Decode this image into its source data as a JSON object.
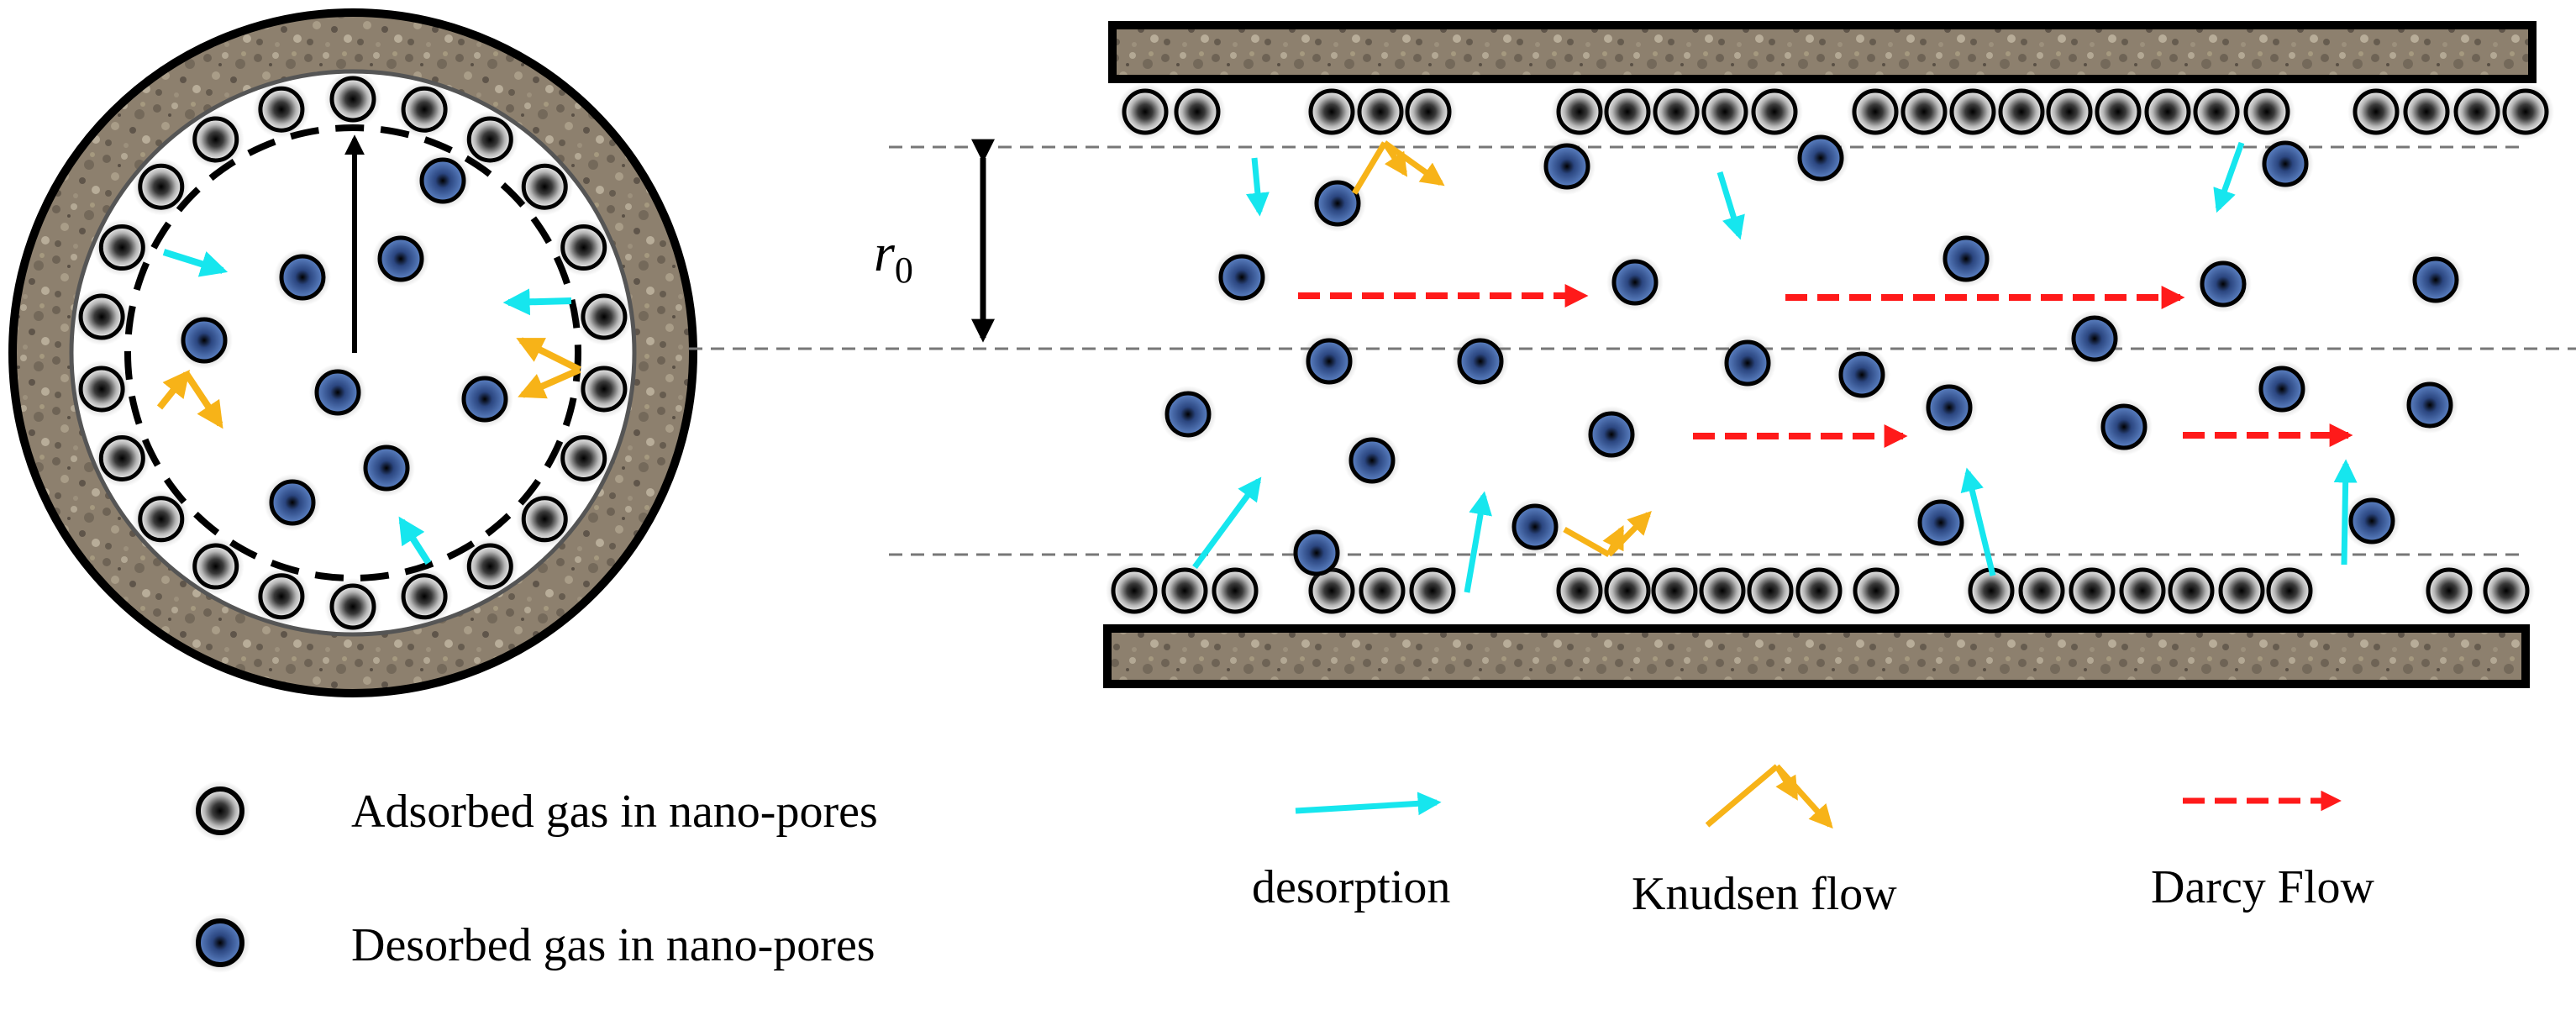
{
  "labels": {
    "radius_symbol": "r",
    "radius_subscript": "0"
  },
  "legend": {
    "adsorbed_label": "Adsorbed gas in nano-pores",
    "desorbed_label": "Desorbed gas in nano-pores",
    "desorption_label": "desorption",
    "knudsen_label": "Knudsen flow",
    "darcy_label": "Darcy Flow"
  },
  "colors": {
    "rock_wall": "#8b7d6b",
    "adsorbed_molecule": "#9a9a9a",
    "desorbed_molecule": "#3f64a8",
    "desorption_arrow": "#16e6ee",
    "knudsen_arrow": "#f7b318",
    "darcy_arrow": "#ff1a1a",
    "guide_line": "#777777"
  }
}
